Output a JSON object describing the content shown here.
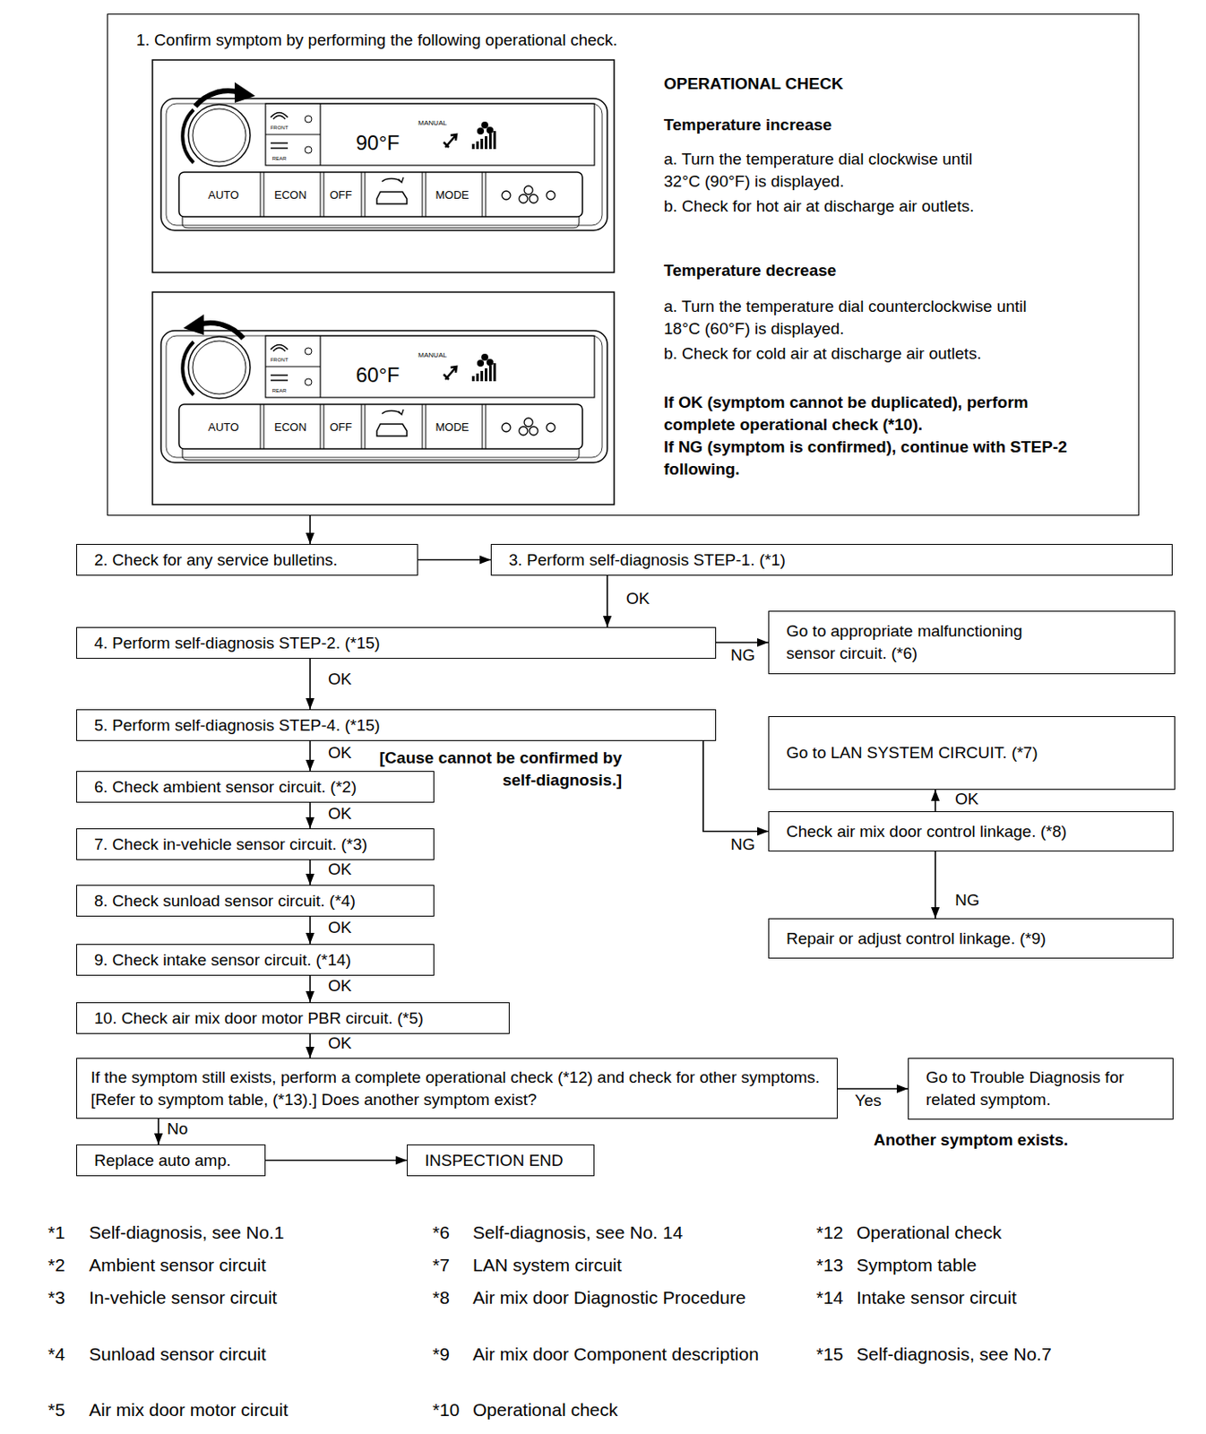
{
  "diagram": {
    "nodes": [
      {
        "text": [
          "1. Confirm symptom by performing the following operational check.",
          "OPERATIONAL CHECK",
          "Temperature increase",
          "a. Turn the temperature dial clockwise until 32°C (90°F) is displayed.",
          "b. Check for hot air at discharge air outlets.",
          "Temperature decrease",
          "a. Turn the temperature dial counterclockwise until 18°C (60°F) is displayed.",
          "b. Check for cold air at discharge air outlets.",
          "If OK (symptom cannot be duplicated), perform complete operational check (*10).",
          "If NG (symptom is confirmed), continue with STEP-2 following."
        ]
      },
      {
        "text": [
          "2. Check for any service bulletins."
        ]
      },
      {
        "text": [
          "3. Perform self-diagnosis STEP-1. (*1)"
        ]
      },
      {
        "text": [
          "4. Perform self-diagnosis STEP-2. (*15)"
        ]
      },
      {
        "text": [
          "Go to appropriate malfunctioning sensor circuit. (*6)"
        ]
      },
      {
        "text": [
          "5. Perform self-diagnosis STEP-4. (*15)"
        ]
      },
      {
        "text": [
          "Go to LAN SYSTEM CIRCUIT. (*7)"
        ]
      },
      {
        "text": [
          "6. Check ambient sensor circuit. (*2)"
        ]
      },
      {
        "text": [
          "Check air mix door control linkage. (*8)"
        ]
      },
      {
        "text": [
          "7. Check in-vehicle sensor circuit. (*3)"
        ]
      },
      {
        "text": [
          "8. Check sunload sensor circuit. (*4)"
        ]
      },
      {
        "text": [
          "Repair or adjust control linkage. (*9)"
        ]
      },
      {
        "text": [
          "9. Check intake sensor circuit. (*14)"
        ]
      },
      {
        "text": [
          "10. Check air mix door motor PBR circuit. (*5)"
        ]
      },
      {
        "text": [
          "If the symptom still exists, perform a complete operational check (*12) and check for other symptoms. [Refer to symptom table, (*13).] Does another symptom exist?"
        ]
      },
      {
        "text": [
          "Go to Trouble Diagnosis for related symptom."
        ]
      },
      {
        "text": [
          "Replace auto amp."
        ]
      },
      {
        "text": [
          "INSPECTION END"
        ]
      }
    ],
    "edges": [
      {
        "from": 0,
        "to": 1,
        "arrow": "to"
      },
      {
        "from": 1,
        "to": 2,
        "arrow": "to"
      },
      {
        "from": 2,
        "to": 3,
        "label": "OK",
        "arrow": "to"
      },
      {
        "from": 3,
        "to": 4,
        "label": "NG",
        "arrow": "to"
      },
      {
        "from": 3,
        "to": 5,
        "label": "OK",
        "arrow": "to"
      },
      {
        "from": 5,
        "to": 7,
        "label": "OK",
        "arrow": "to"
      },
      {
        "from": 5,
        "to": 8,
        "label": "NG",
        "arrow": "to"
      },
      {
        "from": 8,
        "to": 6,
        "label": "OK",
        "arrow": "to"
      },
      {
        "from": 8,
        "to": 11,
        "label": "NG",
        "arrow": "to"
      },
      {
        "from": 7,
        "to": 9,
        "label": "OK",
        "arrow": "to"
      },
      {
        "from": 9,
        "to": 10,
        "label": "OK",
        "arrow": "to"
      },
      {
        "from": 10,
        "to": 12,
        "label": "OK",
        "arrow": "to"
      },
      {
        "from": 12,
        "to": 13,
        "label": "OK",
        "arrow": "to"
      },
      {
        "from": 13,
        "to": 14,
        "label": "OK",
        "arrow": "to"
      },
      {
        "from": 14,
        "to": 15,
        "label": "Yes",
        "arrow": "to"
      },
      {
        "from": 14,
        "to": 16,
        "label": "No",
        "arrow": "to"
      },
      {
        "from": 16,
        "to": 17,
        "arrow": "to"
      }
    ],
    "labels": [
      "90°F",
      "MANUAL",
      "FRONT",
      "REAR",
      "AUTO",
      "ECON",
      "OFF",
      "MODE",
      "60°F",
      "MANUAL",
      "FRONT",
      "REAR",
      "AUTO",
      "ECON",
      "OFF",
      "MODE",
      "[Cause cannot be confirmed by self-diagnosis.]",
      "Another symptom exists.",
      "*1",
      "Self-diagnosis, see No.1",
      "*2",
      "Ambient sensor circuit",
      "*3",
      "In-vehicle sensor circuit",
      "*4",
      "Sunload sensor circuit",
      "*5",
      "Air mix door motor circuit",
      "*6",
      "Self-diagnosis, see No. 14",
      "*7",
      "LAN system circuit",
      "*8",
      "Air mix door Diagnostic Procedure",
      "*9",
      "Air mix door Component description",
      "*10",
      "Operational check",
      "*12",
      "Operational check",
      "*13",
      "Symptom table",
      "*14",
      "Intake sensor circuit",
      "*15",
      "Self-diagnosis, see No.7"
    ]
  }
}
